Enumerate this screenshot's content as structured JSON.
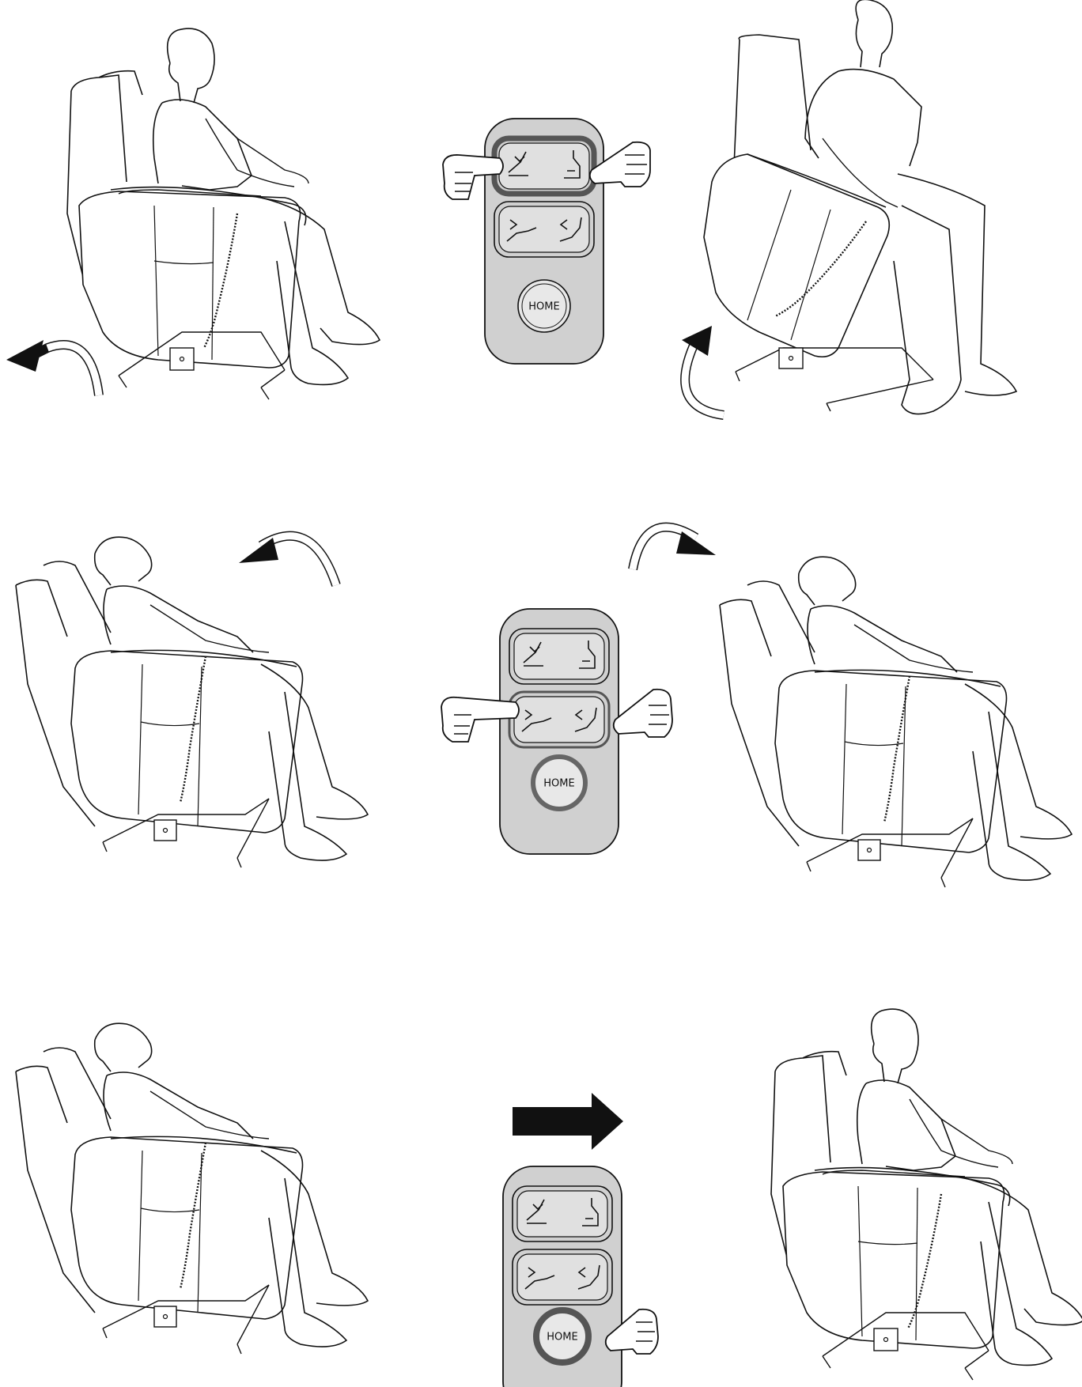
{
  "remotes": [
    {
      "home_label": "HOME",
      "highlight": "top-row",
      "button_fill": "#dcdcdc",
      "highlight_color": "#555555"
    },
    {
      "home_label": "HOME",
      "highlight": "middle-row",
      "button_fill": "#dcdcdc",
      "highlight_color": "#555555"
    },
    {
      "home_label": "HOME",
      "highlight": "home",
      "button_fill": "#dcdcdc",
      "highlight_color": "#555555"
    }
  ],
  "colors": {
    "ink": "#111111",
    "remote_body": "#d0d0d0",
    "paper": "#ffffff"
  },
  "icons": [
    "hand-pointing-icon",
    "chair-lift-icon",
    "recline-icon",
    "home-button",
    "curved-arrow-icon",
    "solid-arrow-icon"
  ]
}
